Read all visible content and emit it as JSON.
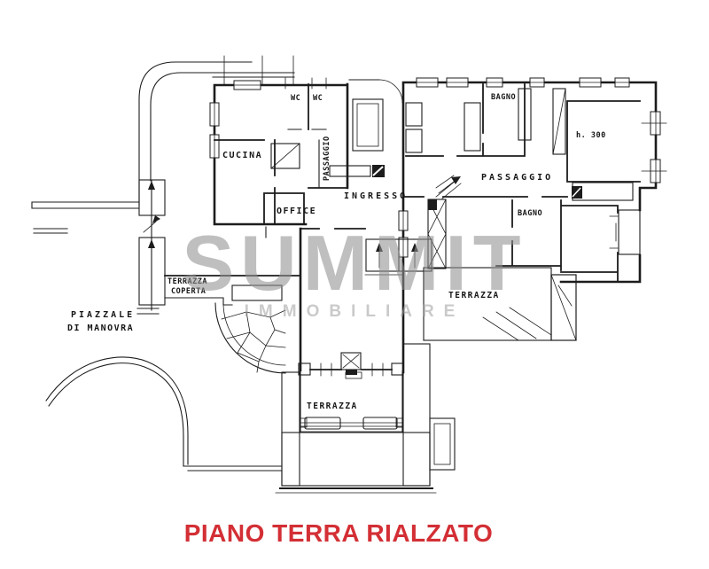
{
  "page": {
    "background": "#ffffff",
    "ink_color": "#1c1c1c"
  },
  "watermark": {
    "line1": "SUMMIT",
    "line2": "IMMOBILIARE",
    "color": "#9a9a9a"
  },
  "caption": {
    "text": "PIANO TERRA RIALZATO",
    "color": "#d32f35"
  },
  "labels": {
    "wc_left": "WC",
    "wc_right": "WC",
    "cucina": "CUCINA",
    "passaggio_center": "PASSAGGIO",
    "office": "OFFICE",
    "ingresso": "INGRESSO",
    "bagno_top": "BAGNO",
    "height_note": "h. 300",
    "passaggio_right": "PASSAGGIO",
    "bagno_right": "BAGNO",
    "terrazza_coperta_line1": "TERRAZZA",
    "terrazza_coperta_line2": "COPERTA",
    "piazzale_line1": "PIAZZALE",
    "piazzale_line2": "DI MANOVRA",
    "terrazza_right": "TERRAZZA",
    "terrazza_bottom": "TERRAZZA"
  }
}
